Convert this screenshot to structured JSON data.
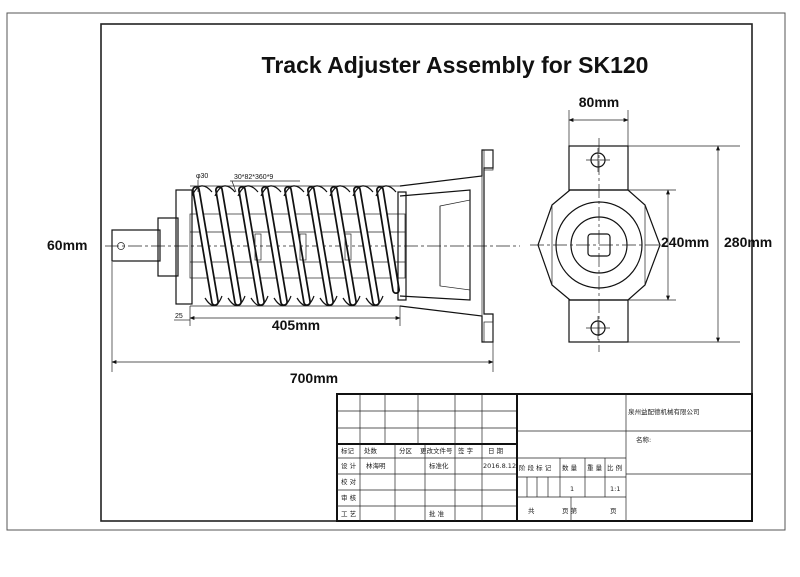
{
  "title": "Track Adjuster Assembly for SK120",
  "dimensions": {
    "width_top": "80mm",
    "shaft_dia": "60mm",
    "spring_len": "405mm",
    "total_len": "700mm",
    "inner_h": "240mm",
    "outer_h": "280mm",
    "wire_note": "φ30",
    "spring_note": "30*82*360*9",
    "corner_note": "25"
  },
  "title_block": {
    "company": "泉州益配德机械有限公司",
    "name_label": "名称:",
    "row_headers": [
      "标记",
      "处数",
      "分区",
      "更改文件号",
      "签 字",
      "日 期"
    ],
    "design_label": "设 计",
    "designer": "林海明",
    "standard_label": "标准化",
    "date": "2016.8.12",
    "stage_headers": [
      "阶 段 标 记",
      "数 量",
      "重 量",
      "比 例"
    ],
    "quantity": "1",
    "scale": "1:1",
    "check_label": "校 对",
    "review_label": "审 核",
    "process_label": "工 艺",
    "approve_label": "批 准",
    "sheets_total": "共",
    "sheets_page": "页 第",
    "sheets_end": "页"
  }
}
